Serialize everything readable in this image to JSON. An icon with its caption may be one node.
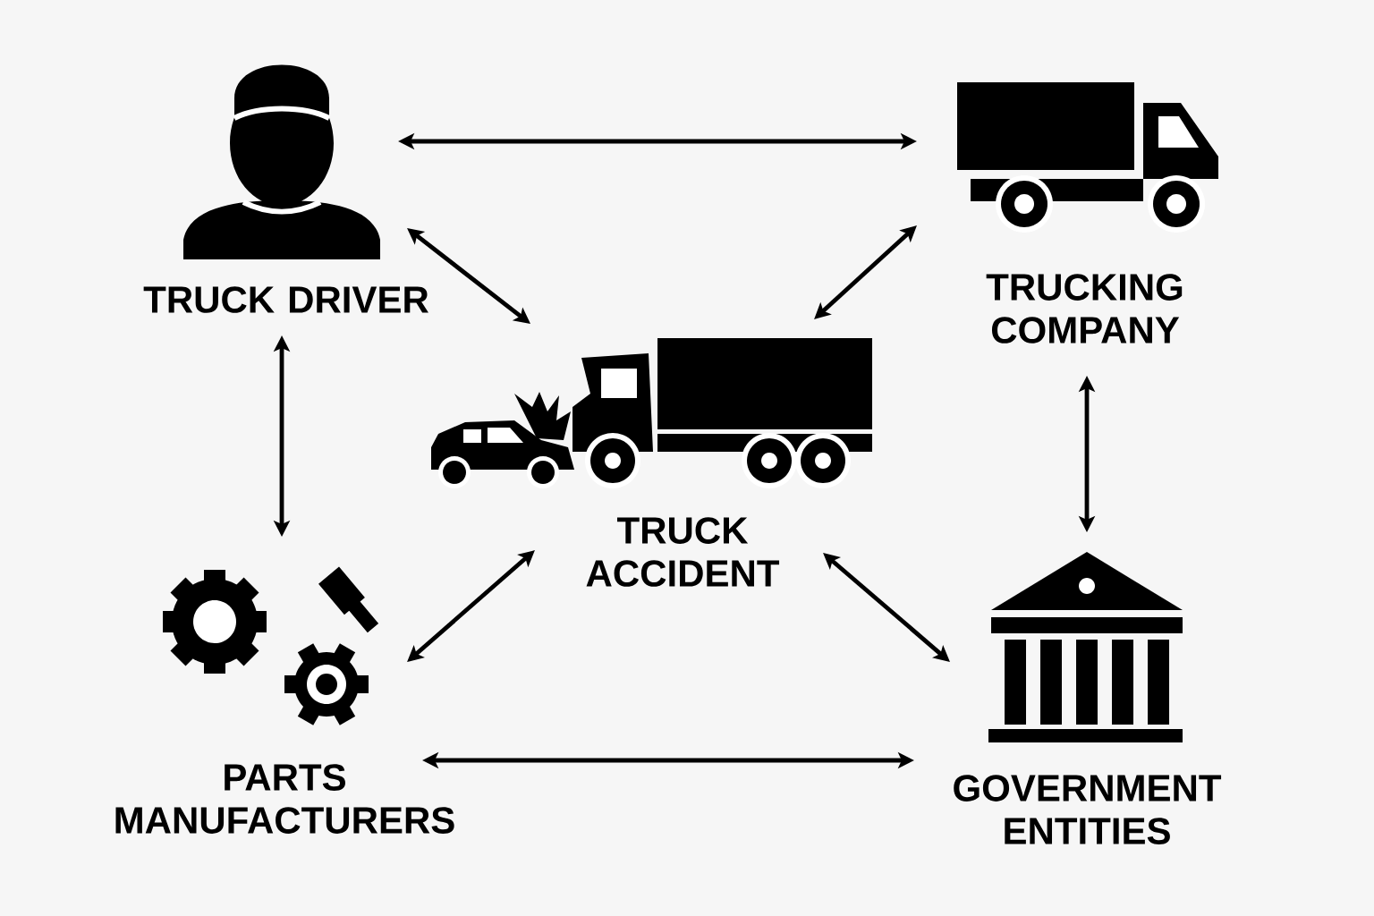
{
  "diagram": {
    "nodes": [
      {
        "text": [
          "TRUCK DRIVER"
        ]
      },
      {
        "text": [
          "TRUCKING COMPANY"
        ]
      },
      {
        "text": [
          "TRUCK ACCIDENT"
        ]
      },
      {
        "text": [
          "PARTS MANUFACTURERS"
        ]
      },
      {
        "text": [
          "GOVERNMENT ENTITIES"
        ]
      }
    ],
    "edges": [
      {
        "from": 0,
        "to": 1,
        "arrow": "both"
      },
      {
        "from": 0,
        "to": 2,
        "arrow": "both"
      },
      {
        "from": 1,
        "to": 2,
        "arrow": "both"
      },
      {
        "from": 0,
        "to": 3,
        "arrow": "both"
      },
      {
        "from": 1,
        "to": 4,
        "arrow": "both"
      },
      {
        "from": 2,
        "to": 3,
        "arrow": "both"
      },
      {
        "from": 2,
        "to": 4,
        "arrow": "both"
      },
      {
        "from": 3,
        "to": 4,
        "arrow": "both"
      }
    ]
  }
}
